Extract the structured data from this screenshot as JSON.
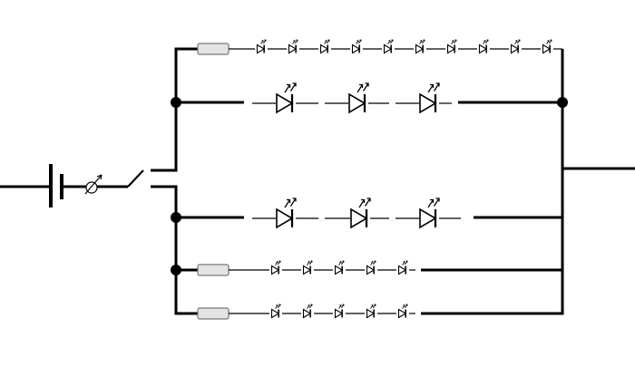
{
  "diagram": {
    "colors": {
      "wire": "#000000",
      "resistor_fill": "#e4e4e4",
      "resistor_stroke": "#777777",
      "background": "#ffffff"
    },
    "components": {
      "battery": "battery-icon",
      "switch": "switch-icon",
      "resistor": "resistor-icon",
      "led": "led-icon"
    },
    "branches": [
      {
        "name": "branch-1",
        "has_resistor": true,
        "led_count": 10,
        "led_size": "small"
      },
      {
        "name": "branch-2",
        "has_resistor": false,
        "led_count": 3,
        "led_size": "large"
      },
      {
        "name": "branch-3",
        "has_resistor": false,
        "led_count": 3,
        "led_size": "large"
      },
      {
        "name": "branch-4",
        "has_resistor": true,
        "led_count": 5,
        "led_size": "small"
      },
      {
        "name": "branch-5",
        "has_resistor": true,
        "led_count": 5,
        "led_size": "small"
      }
    ]
  }
}
